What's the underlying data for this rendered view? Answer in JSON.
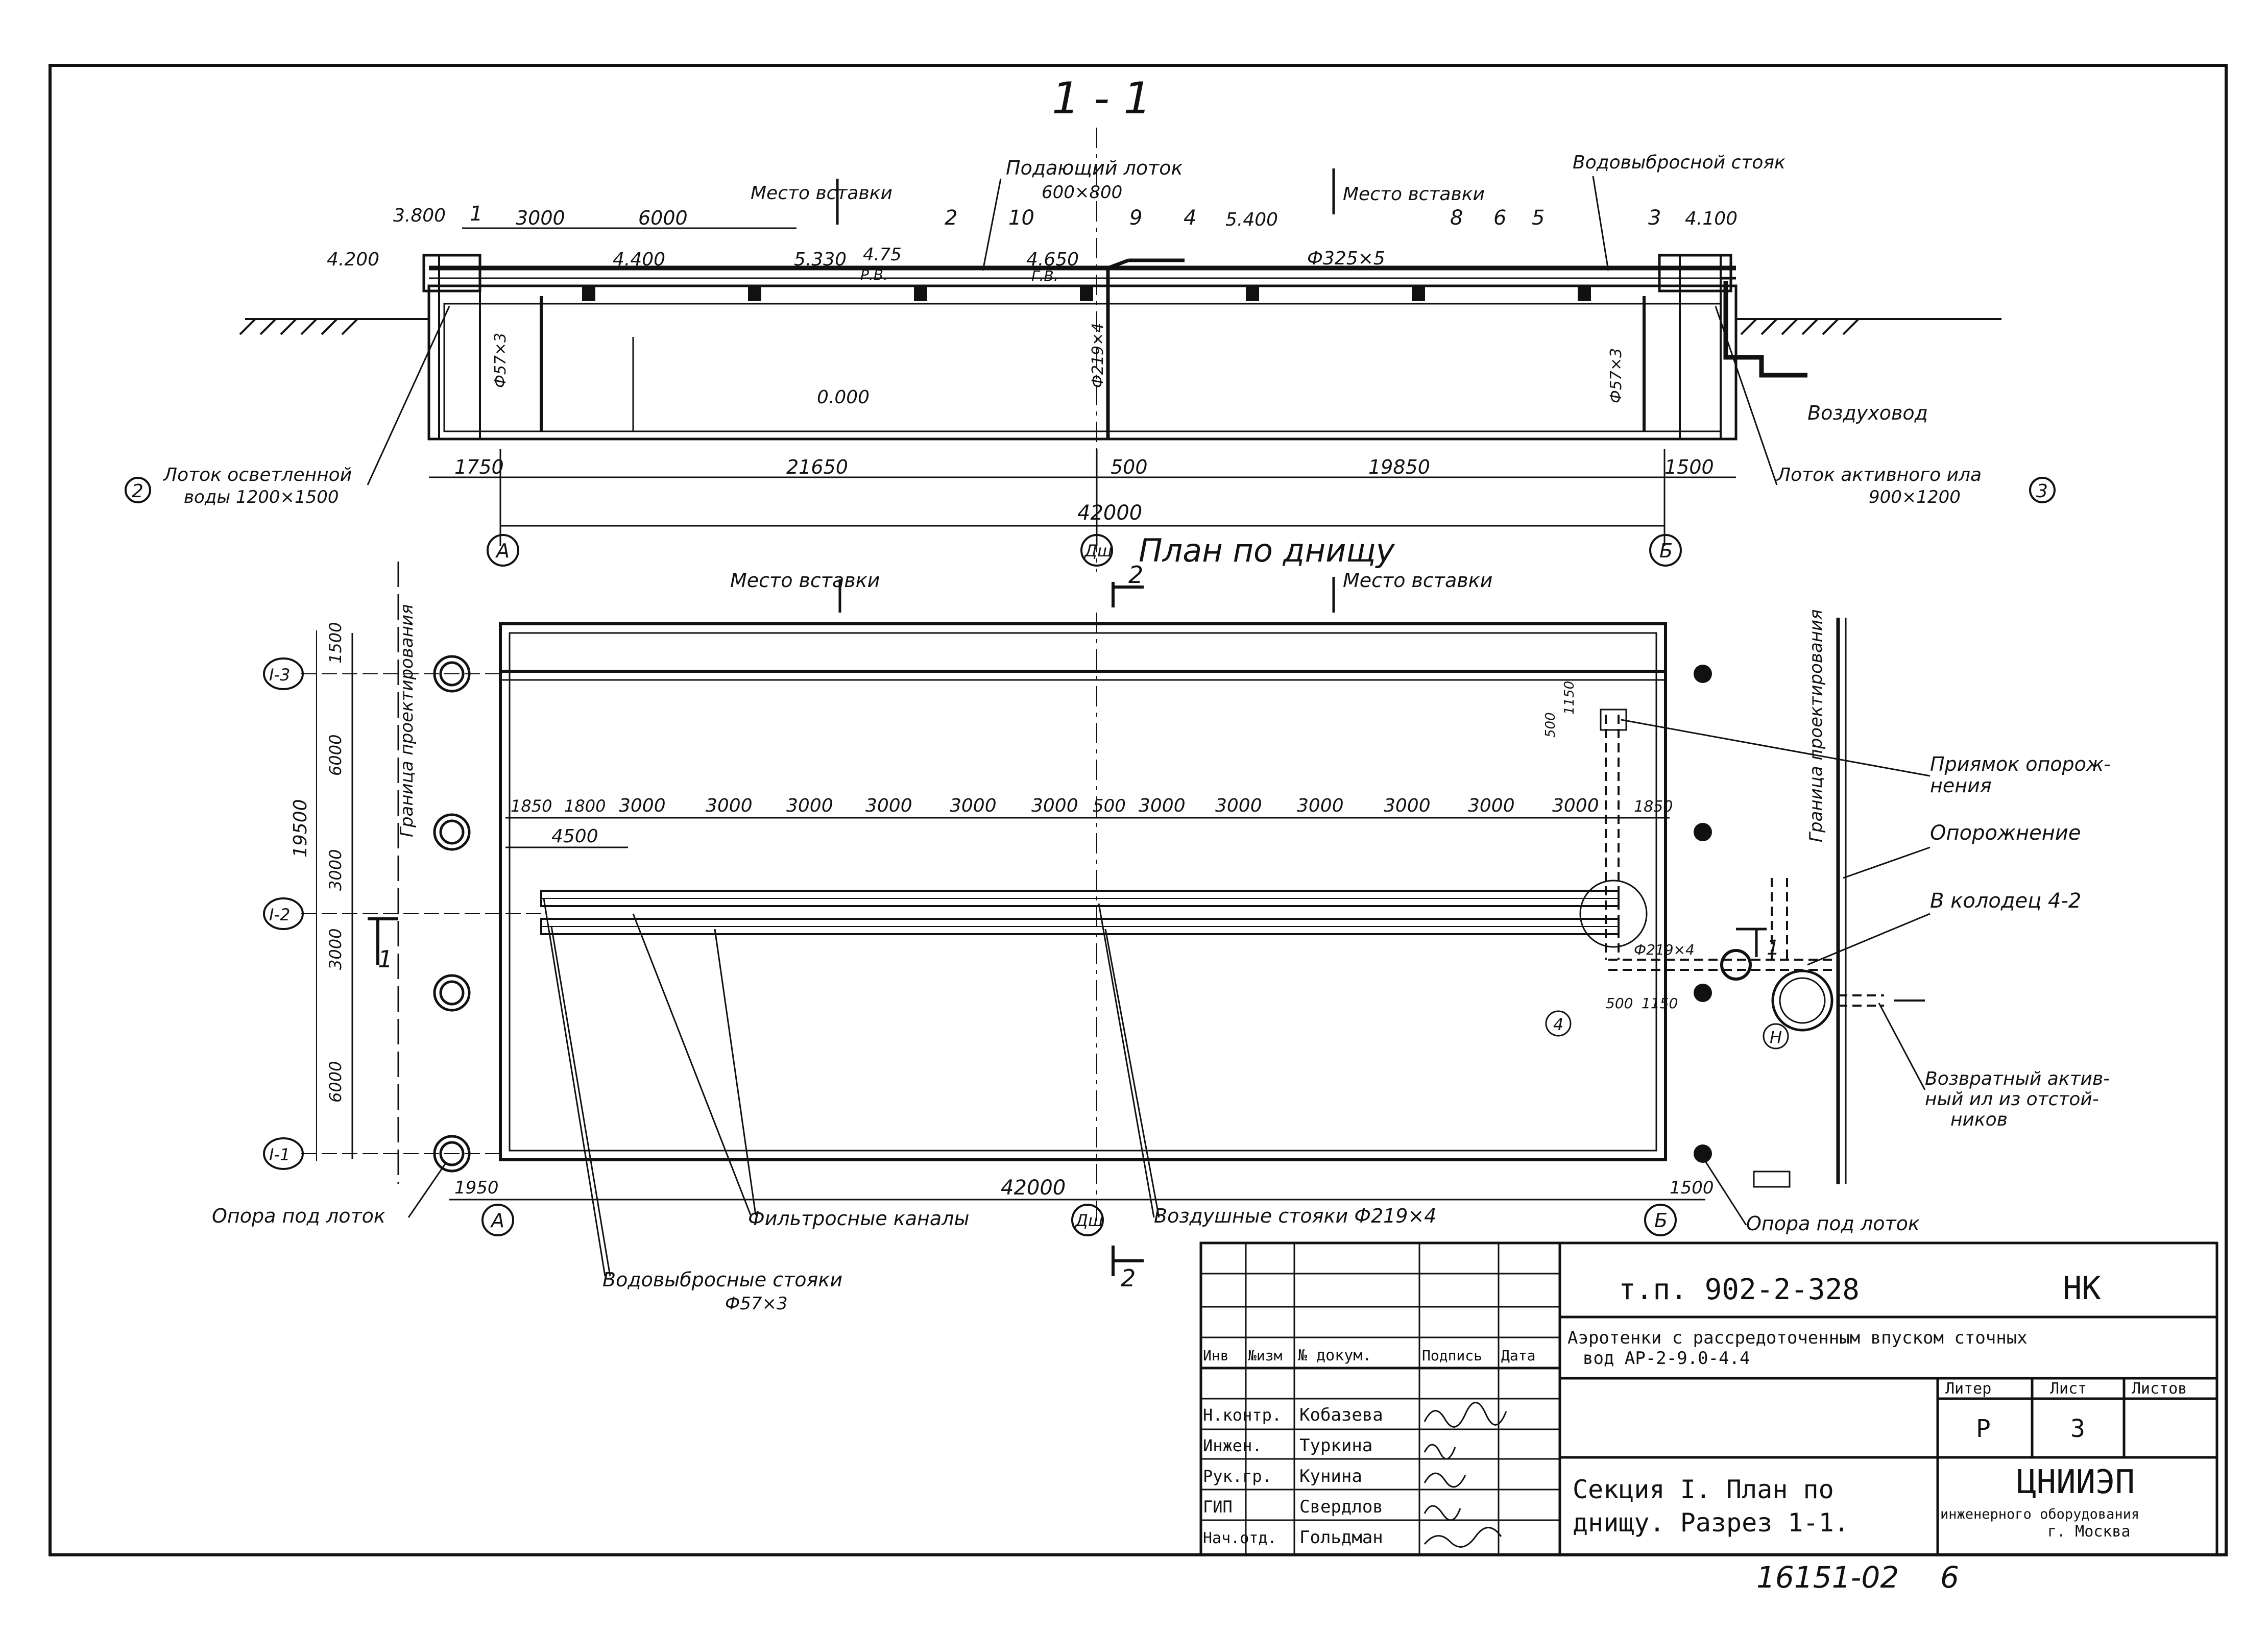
{
  "section": {
    "title": "1 - 1",
    "insert_place": "Место вставки",
    "feed_tray": {
      "name": "Подающий лоток",
      "size": "600×800"
    },
    "water_riser_top": "Водовыбросной стояк",
    "air_duct": "Воздуховод",
    "elevations": [
      "3.800",
      "4.200",
      "4.400",
      "5.330",
      "4.75",
      "Р.В.",
      "4.650",
      "Г.В.",
      "5.400",
      "4.100",
      "0.000"
    ],
    "pipe": "Ф325×5",
    "marks": [
      "1",
      "2",
      "10",
      "9",
      "4",
      "8",
      "6",
      "5",
      "3"
    ],
    "top_dims": [
      "3000",
      "6000"
    ],
    "bottom_dims": [
      "1750",
      "21650",
      "500",
      "19850",
      "1500"
    ],
    "overall": "42000",
    "riser_57": "Ф57×3",
    "riser_219": "Ф219×4",
    "tray_clarified": {
      "mark": "2",
      "text1": "Лоток осветленной",
      "text2": "воды 1200×1500"
    },
    "tray_sludge": {
      "mark": "3",
      "text1": "Лоток активного ила",
      "text2": "900×1200"
    }
  },
  "plan": {
    "title": "План по днищу",
    "axes": {
      "left": "А",
      "mid": "Дш",
      "right": "Б"
    },
    "rows": [
      "I-3",
      "I-2",
      "I-1"
    ],
    "cut": "2",
    "cut_1": "1",
    "boundary": "Граница проектирования",
    "insert_place": "Место вставки",
    "side_dims": [
      "1500",
      "6000",
      "3000",
      "3000",
      "6000"
    ],
    "side_total": "19500",
    "row_dims": [
      "1850",
      "1800",
      "3000",
      "3000",
      "3000",
      "3000",
      "3000",
      "3000",
      "500",
      "3000",
      "3000",
      "3000",
      "3000",
      "3000",
      "3000",
      "1850"
    ],
    "dim_4500": "4500",
    "overall": "42000",
    "bottom_left": "1950",
    "bottom_right": "1500",
    "pit_dims": [
      "500",
      "1150"
    ],
    "pipe_219": "Ф219×4",
    "well": "Н",
    "pit_mark": "4",
    "callouts": {
      "pit": [
        "Приямок опорож-",
        "нения"
      ],
      "drain": "Опорожнение",
      "well": "В колодец 4-2",
      "return": [
        "Возвратный актив-",
        "ный ил из отстой-",
        "ников"
      ],
      "support_right": "Опора под лоток",
      "support_left": "Опора под лоток",
      "filter": "Фильтросные каналы",
      "air_risers": "Воздушные стояки Ф219×4",
      "water_risers": [
        "Водовыбросные стояки",
        "Ф57×3"
      ]
    }
  },
  "title_block": {
    "code": "т.п. 902-2-328",
    "mark": "НК",
    "subject": [
      "Аэротенки с рассредоточенным впуском сточных",
      "вод  АР-2-9.0-4.4"
    ],
    "headers": [
      "Инв",
      "№изм",
      "№ докум.",
      "Подпись",
      "Дата"
    ],
    "people": [
      {
        "role": "Н.контр.",
        "name": "Кобазева"
      },
      {
        "role": "Инжен.",
        "name": "Туркина"
      },
      {
        "role": "Рук.гр.",
        "name": "Кунина"
      },
      {
        "role": "ГИП",
        "name": "Свердлов"
      },
      {
        "role": "Нач.отд.",
        "name": "Гольдман"
      }
    ],
    "sheet_title": [
      "Секция I. План по",
      "днищу.  Разрез 1-1."
    ],
    "letter_h": "Литер",
    "sheet_h": "Лист",
    "sheets_h": "Листов",
    "letter": "Р",
    "sheet": "3",
    "org": "ЦНИИЭП",
    "org_sub": "инженерного оборудования",
    "city": "г. Москва"
  },
  "archive": "16151-02",
  "page": "6"
}
